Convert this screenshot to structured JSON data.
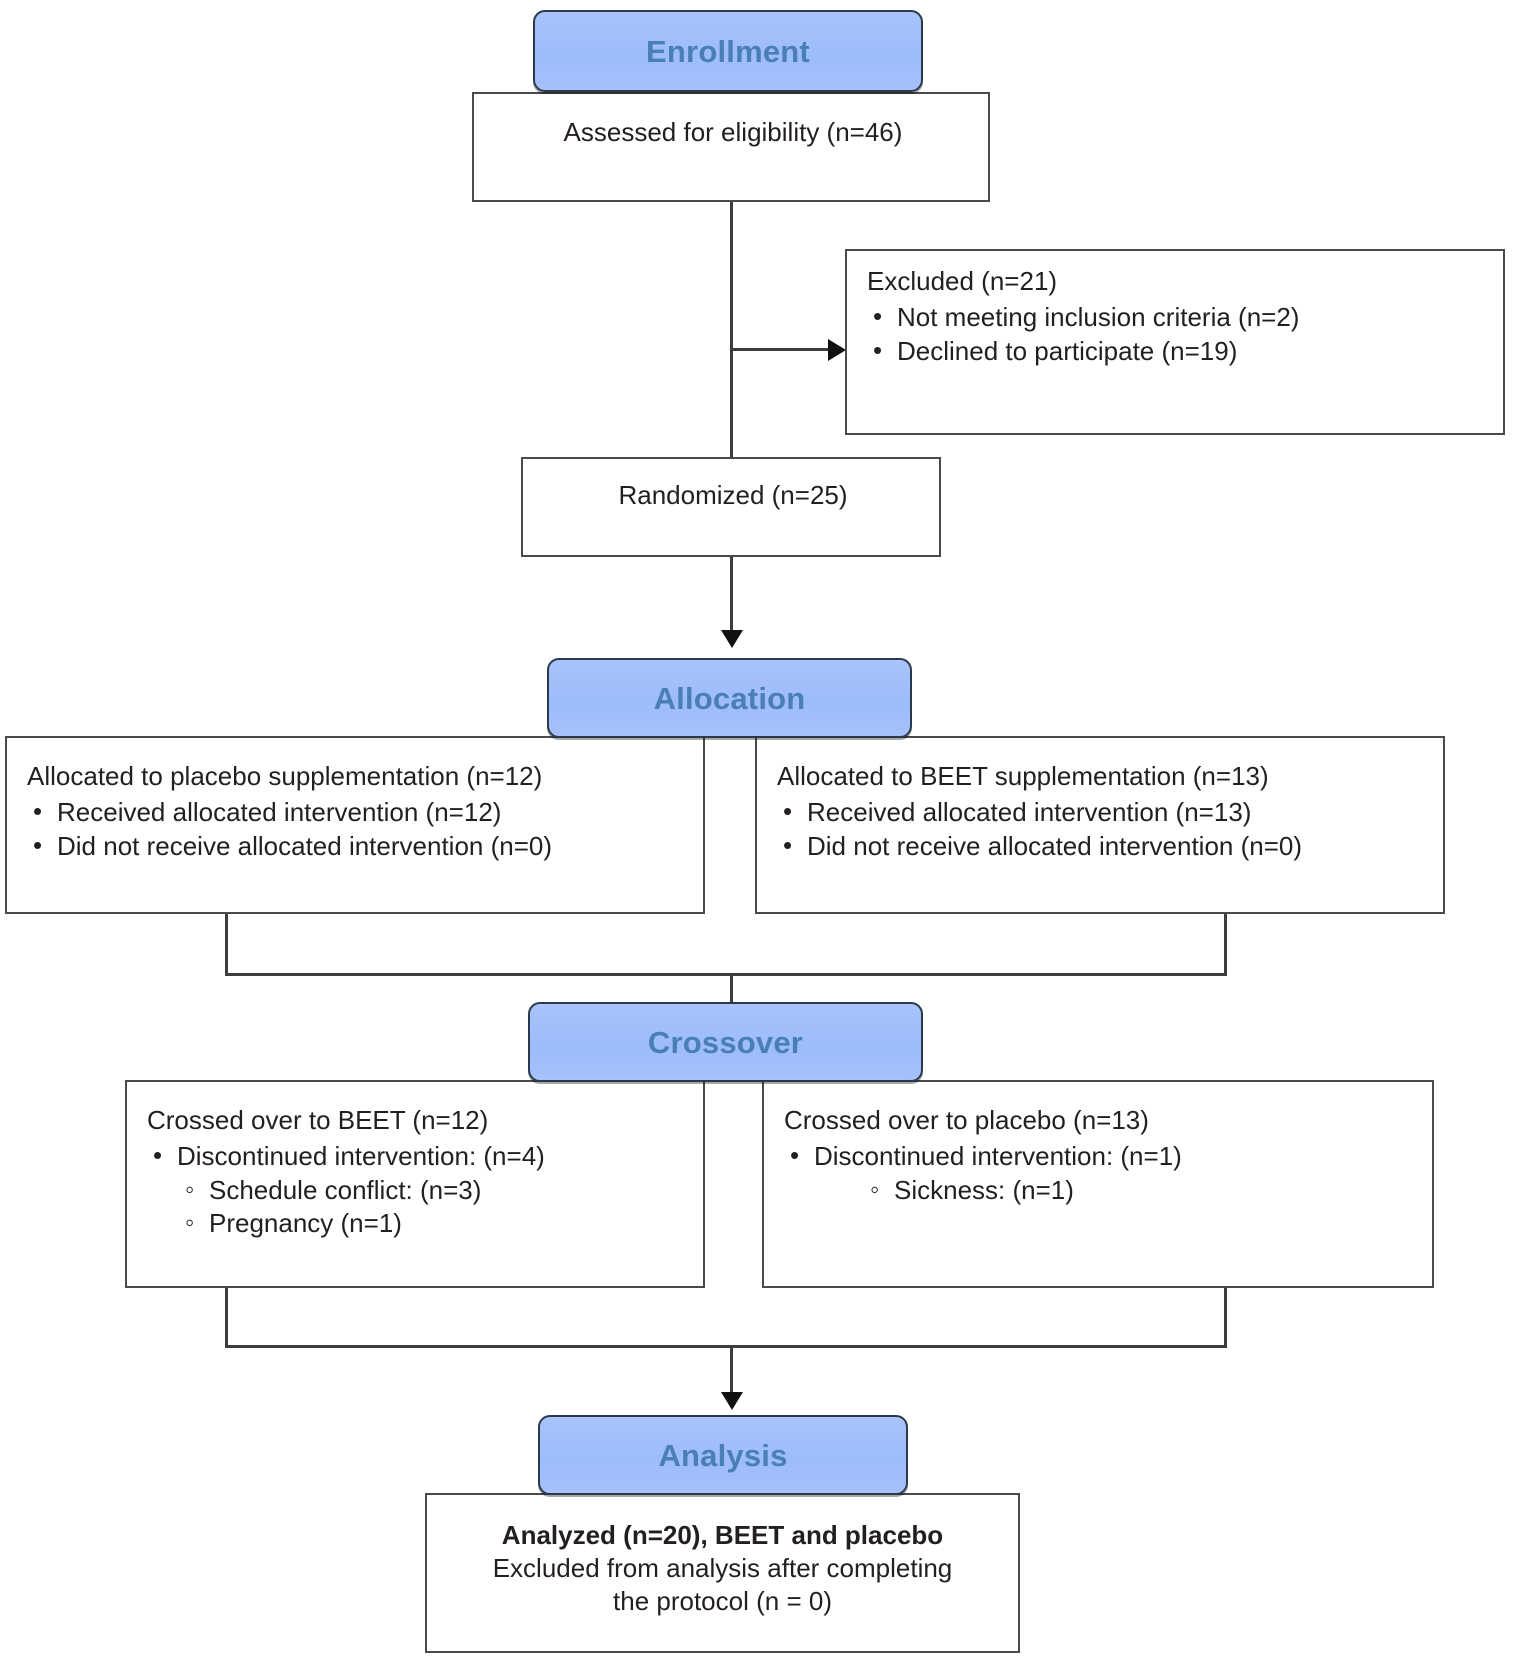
{
  "diagram": {
    "title": "CONSORT participant flow diagram",
    "accent_blue": "#9dbcfb",
    "accent_blue_text": "#4a7fb5",
    "box_border": "#4a4a4a",
    "connector": "#3d3d3d"
  },
  "stages": {
    "enrollment": "Enrollment",
    "allocation": "Allocation",
    "crossover": "Crossover",
    "analysis": "Analysis"
  },
  "enrollment": {
    "assessed": "Assessed for eligibility (n=46)",
    "excluded_title": "Excluded (n=21)",
    "excluded_items": [
      "Not meeting inclusion criteria (n=2)",
      "Declined to participate (n=19)"
    ],
    "randomized": "Randomized (n=25)"
  },
  "allocation": {
    "left": {
      "title": "Allocated to placebo supplementation (n=12)",
      "items": [
        "Received allocated intervention (n=12)",
        "Did not receive allocated intervention (n=0)"
      ]
    },
    "right": {
      "title": "Allocated to BEET supplementation (n=13)",
      "items": [
        "Received allocated intervention (n=13)",
        "Did not receive allocated intervention (n=0)"
      ]
    }
  },
  "crossover": {
    "left": {
      "title": "Crossed over to BEET (n=12)",
      "item": "Discontinued intervention: (n=4)",
      "subitems": [
        "Schedule conflict: (n=3)",
        "Pregnancy (n=1)"
      ]
    },
    "right": {
      "title": "Crossed over to placebo (n=13)",
      "item": "Discontinued intervention: (n=1)",
      "subitems": [
        "Sickness: (n=1)"
      ]
    }
  },
  "analysis": {
    "line1": "Analyzed (n=20), BEET and placebo",
    "line2": "Excluded from analysis after completing",
    "line3": "the protocol (n = 0)"
  }
}
